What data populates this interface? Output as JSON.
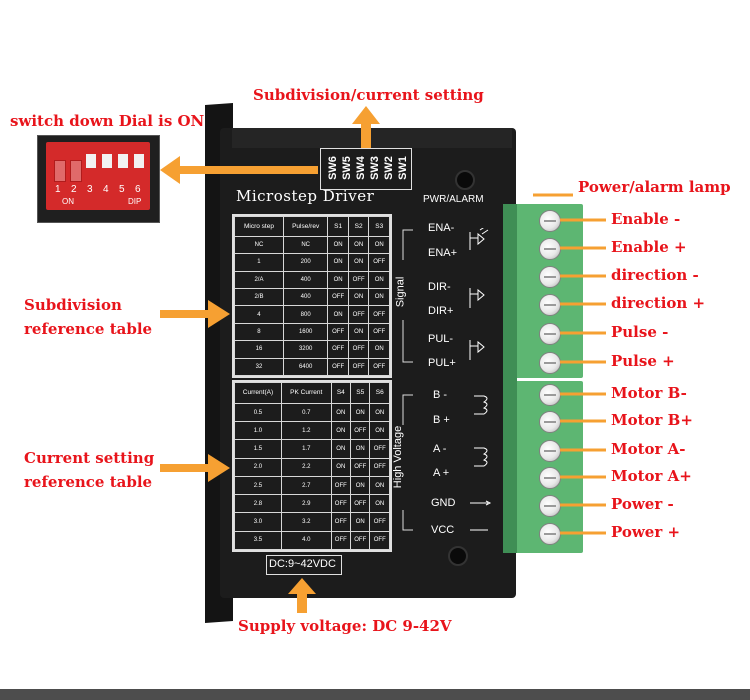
{
  "labels": {
    "subdivision_current_setting": "Subdivision/current setting",
    "switch_down": "switch down Dial is ON",
    "power_alarm_lamp": "Power/alarm lamp",
    "subdivision_table": "Subdivision\nreference table",
    "current_table": "Current setting\nreference table",
    "supply_voltage": "Supply voltage: DC 9-42V"
  },
  "terminal_labels": [
    "Enable -",
    "Enable +",
    "direction -",
    "direction +",
    "Pulse -",
    "Pulse +",
    "Motor B-",
    "Motor B+",
    "Motor A-",
    "Motor A+",
    "Power -",
    "Power +"
  ],
  "dip_switch": {
    "numbers": [
      "1",
      "2",
      "3",
      "4",
      "5",
      "6"
    ],
    "on_text": "ON",
    "dip_text": "DIP"
  },
  "driver": {
    "title": "Microstep Driver",
    "switches": [
      "SW6",
      "SW5",
      "SW4",
      "SW3",
      "SW2",
      "SW1"
    ],
    "pwr_alarm": "PWR/ALARM",
    "signal_label": "Signal",
    "high_voltage_label": "High Voltage",
    "signal_pins": [
      "ENA-",
      "ENA+",
      "DIR-",
      "DIR+",
      "PUL-",
      "PUL+"
    ],
    "hv_pins": [
      "B -",
      "B +",
      "A -",
      "A +",
      "GND",
      "VCC"
    ],
    "dc_label": "DC:9~42VDC"
  },
  "subdivision_table": {
    "headers": [
      "Micro step",
      "Pulse/rev",
      "S1",
      "S2",
      "S3"
    ],
    "rows": [
      [
        "NC",
        "NC",
        "ON",
        "ON",
        "ON"
      ],
      [
        "1",
        "200",
        "ON",
        "ON",
        "OFF"
      ],
      [
        "2/A",
        "400",
        "ON",
        "OFF",
        "ON"
      ],
      [
        "2/B",
        "400",
        "OFF",
        "ON",
        "ON"
      ],
      [
        "4",
        "800",
        "ON",
        "OFF",
        "OFF"
      ],
      [
        "8",
        "1600",
        "OFF",
        "ON",
        "OFF"
      ],
      [
        "16",
        "3200",
        "OFF",
        "OFF",
        "ON"
      ],
      [
        "32",
        "6400",
        "OFF",
        "OFF",
        "OFF"
      ]
    ]
  },
  "current_table": {
    "headers": [
      "Current(A)",
      "PK Current",
      "S4",
      "S5",
      "S6"
    ],
    "rows": [
      [
        "0.5",
        "0.7",
        "ON",
        "ON",
        "ON"
      ],
      [
        "1.0",
        "1.2",
        "ON",
        "OFF",
        "ON"
      ],
      [
        "1.5",
        "1.7",
        "ON",
        "ON",
        "OFF"
      ],
      [
        "2.0",
        "2.2",
        "ON",
        "OFF",
        "OFF"
      ],
      [
        "2.5",
        "2.7",
        "OFF",
        "ON",
        "ON"
      ],
      [
        "2.8",
        "2.9",
        "OFF",
        "OFF",
        "ON"
      ],
      [
        "3.0",
        "3.2",
        "OFF",
        "ON",
        "OFF"
      ],
      [
        "3.5",
        "4.0",
        "OFF",
        "OFF",
        "OFF"
      ]
    ]
  },
  "colors": {
    "label_red": "#e8141b",
    "arrow_orange": "#f6a032",
    "driver_body": "#1c1c1c",
    "terminal_green": "#5db672",
    "dip_red": "#d42a2a"
  }
}
